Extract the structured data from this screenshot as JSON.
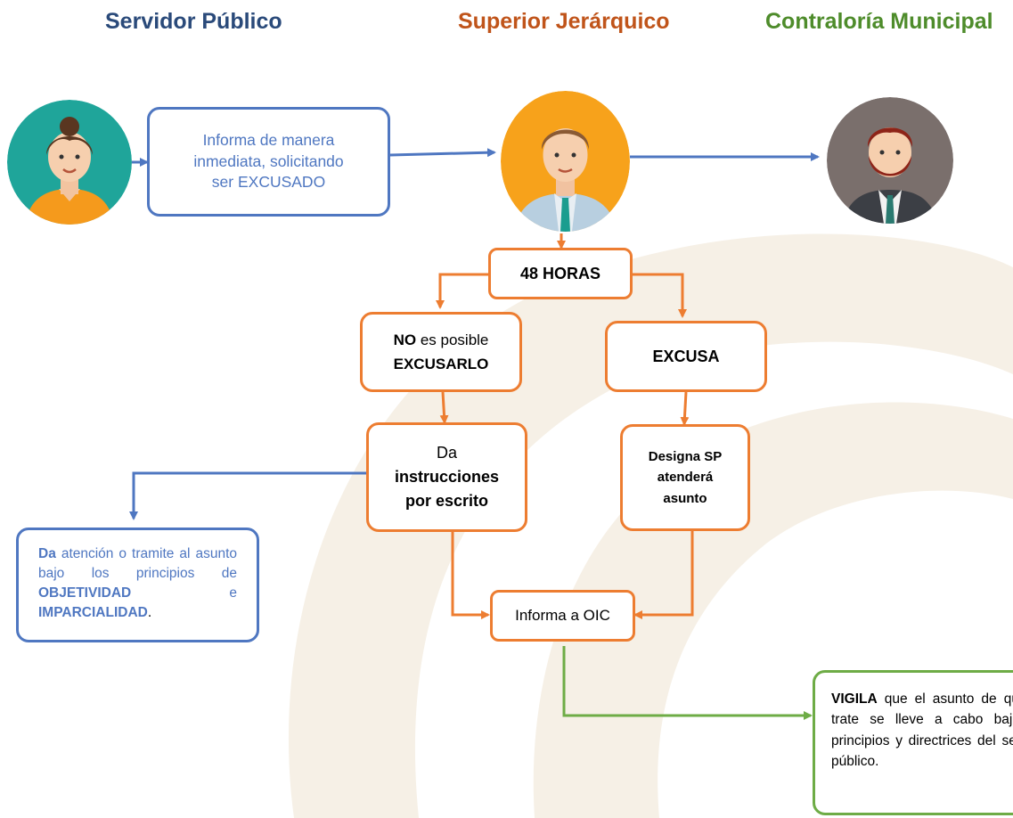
{
  "headers": {
    "servidor_publico": "Servidor Público",
    "superior_jerarquico": "Superior Jerárquico",
    "contraloria_municipal": "Contraloría Municipal"
  },
  "nodes": {
    "informa_inmediata": {
      "line1": "Informa de manera",
      "line2": "inmediata, solicitando",
      "line3": "ser EXCUSADO"
    },
    "horas": "48 HORAS",
    "no_posible": {
      "bold1": "NO",
      "text1": " es posible",
      "bold2": "EXCUSARLO"
    },
    "excusa": "EXCUSA",
    "instrucciones": {
      "line1": "Da",
      "bold1": "instrucciones",
      "bold2": "por escrito"
    },
    "designa": {
      "line1": "Designa SP",
      "line2": "atenderá",
      "line3": "asunto"
    },
    "informa_oic": "Informa a OIC",
    "atencion": {
      "bold1": "Da",
      "text1": " atención o tramite al asunto bajo los principios de ",
      "bold2": "OBJETIVIDAD",
      "text2": " e ",
      "bold3": "IMPARCIALIDAD",
      "text3": "."
    },
    "vigila": {
      "bold1": "VIGILA",
      "text1": " que el asunto de que se trate se lleve a cabo bajo los principios y directrices del servicio público."
    }
  },
  "colors": {
    "servidor_blue": "#4f77c1",
    "superior_orange": "#ed7d31",
    "contraloria_green": "#6eac46",
    "watermark": "#f5efe4"
  },
  "icons": [
    "woman-avatar-icon",
    "man-avatar-icon",
    "bearded-man-avatar-icon"
  ]
}
